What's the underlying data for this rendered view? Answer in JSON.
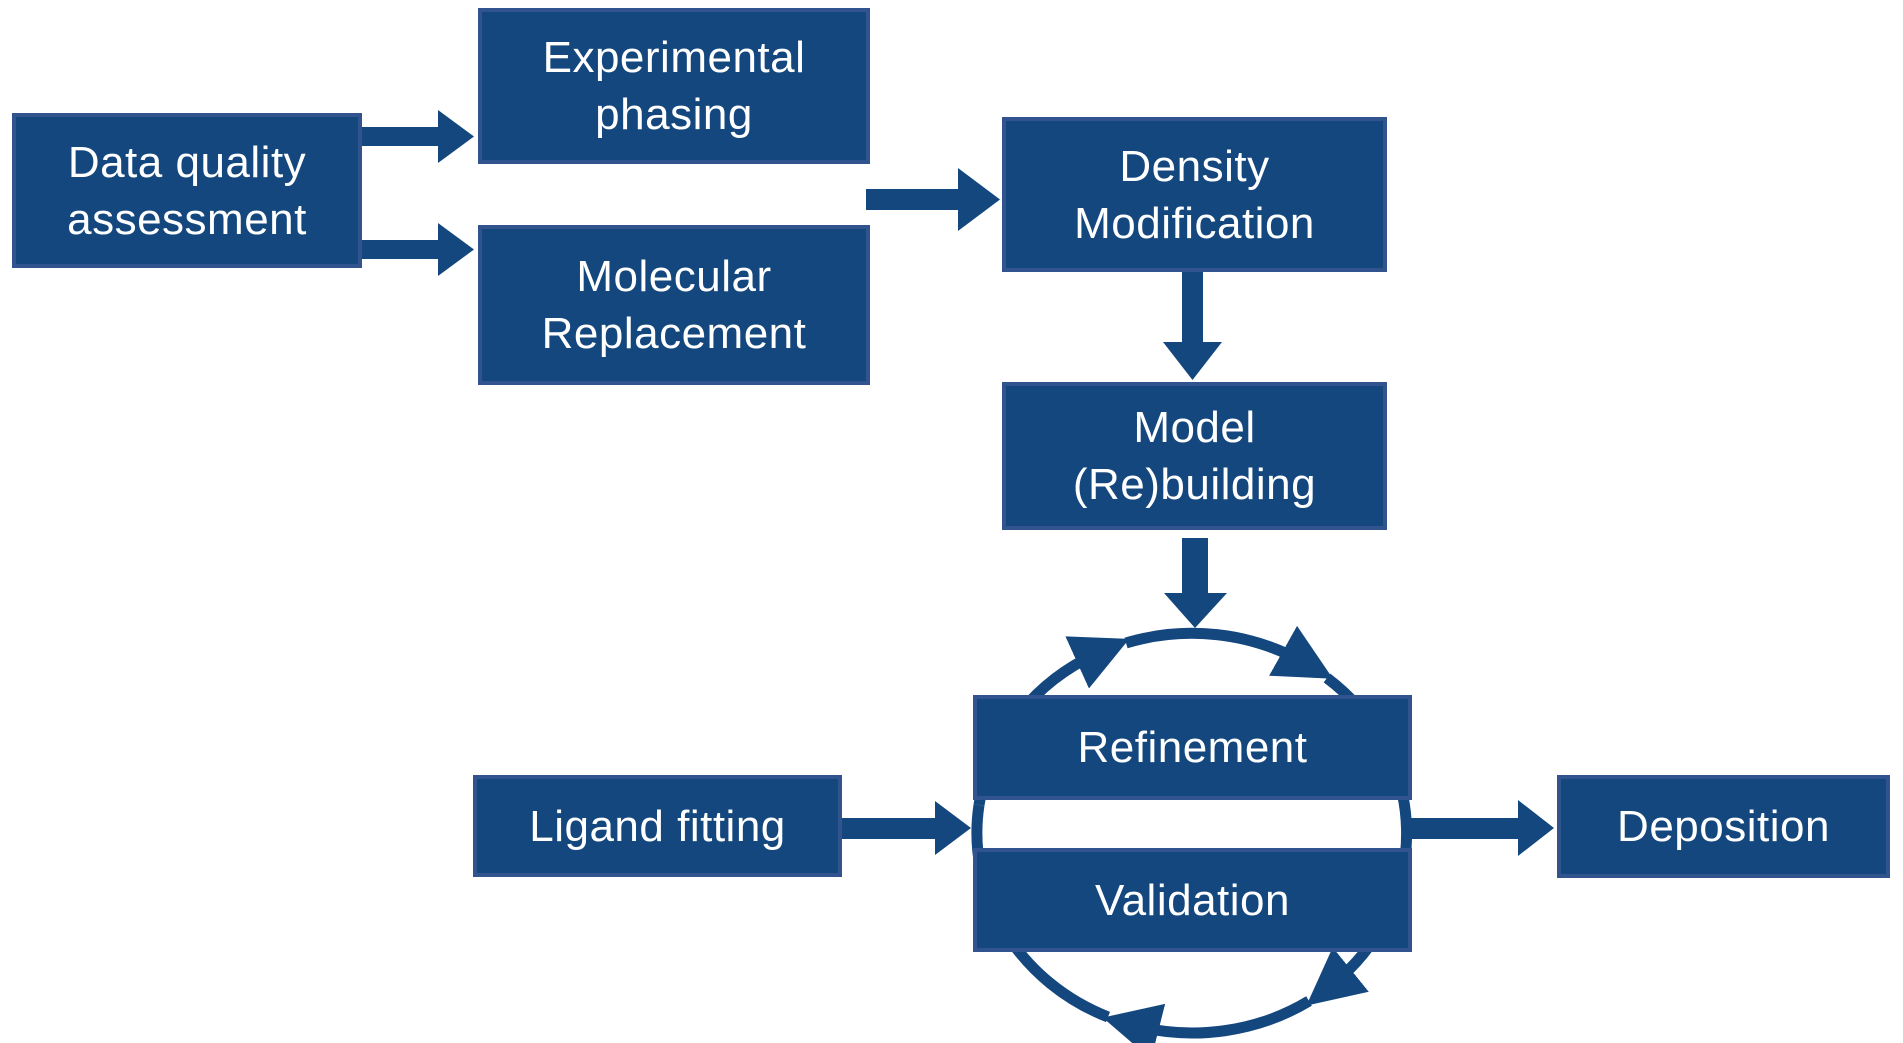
{
  "diagram": {
    "type": "flowchart",
    "colors": {
      "background": "#FFFFFF",
      "box_fill": "#14477E",
      "box_border": "#31548F",
      "arrow": "#14477E",
      "text": "#FFFFFF"
    },
    "nodes": {
      "data_quality": {
        "label": "Data quality\nassessment"
      },
      "experimental": {
        "label": "Experimental\nphasing"
      },
      "molecular": {
        "label": "Molecular\nReplacement"
      },
      "density": {
        "label": "Density\nModification"
      },
      "model": {
        "label": "Model\n(Re)building"
      },
      "refinement": {
        "label": "Refinement"
      },
      "validation": {
        "label": "Validation"
      },
      "ligand": {
        "label": "Ligand fitting"
      },
      "deposition": {
        "label": "Deposition"
      }
    },
    "edges": [
      "data_quality -> experimental",
      "data_quality -> molecular",
      "phasing/replacement -> density",
      "density -> model",
      "model -> refinement-validation-cycle",
      "ligand -> refinement-validation-cycle",
      "refinement-validation-cycle -> deposition"
    ]
  }
}
